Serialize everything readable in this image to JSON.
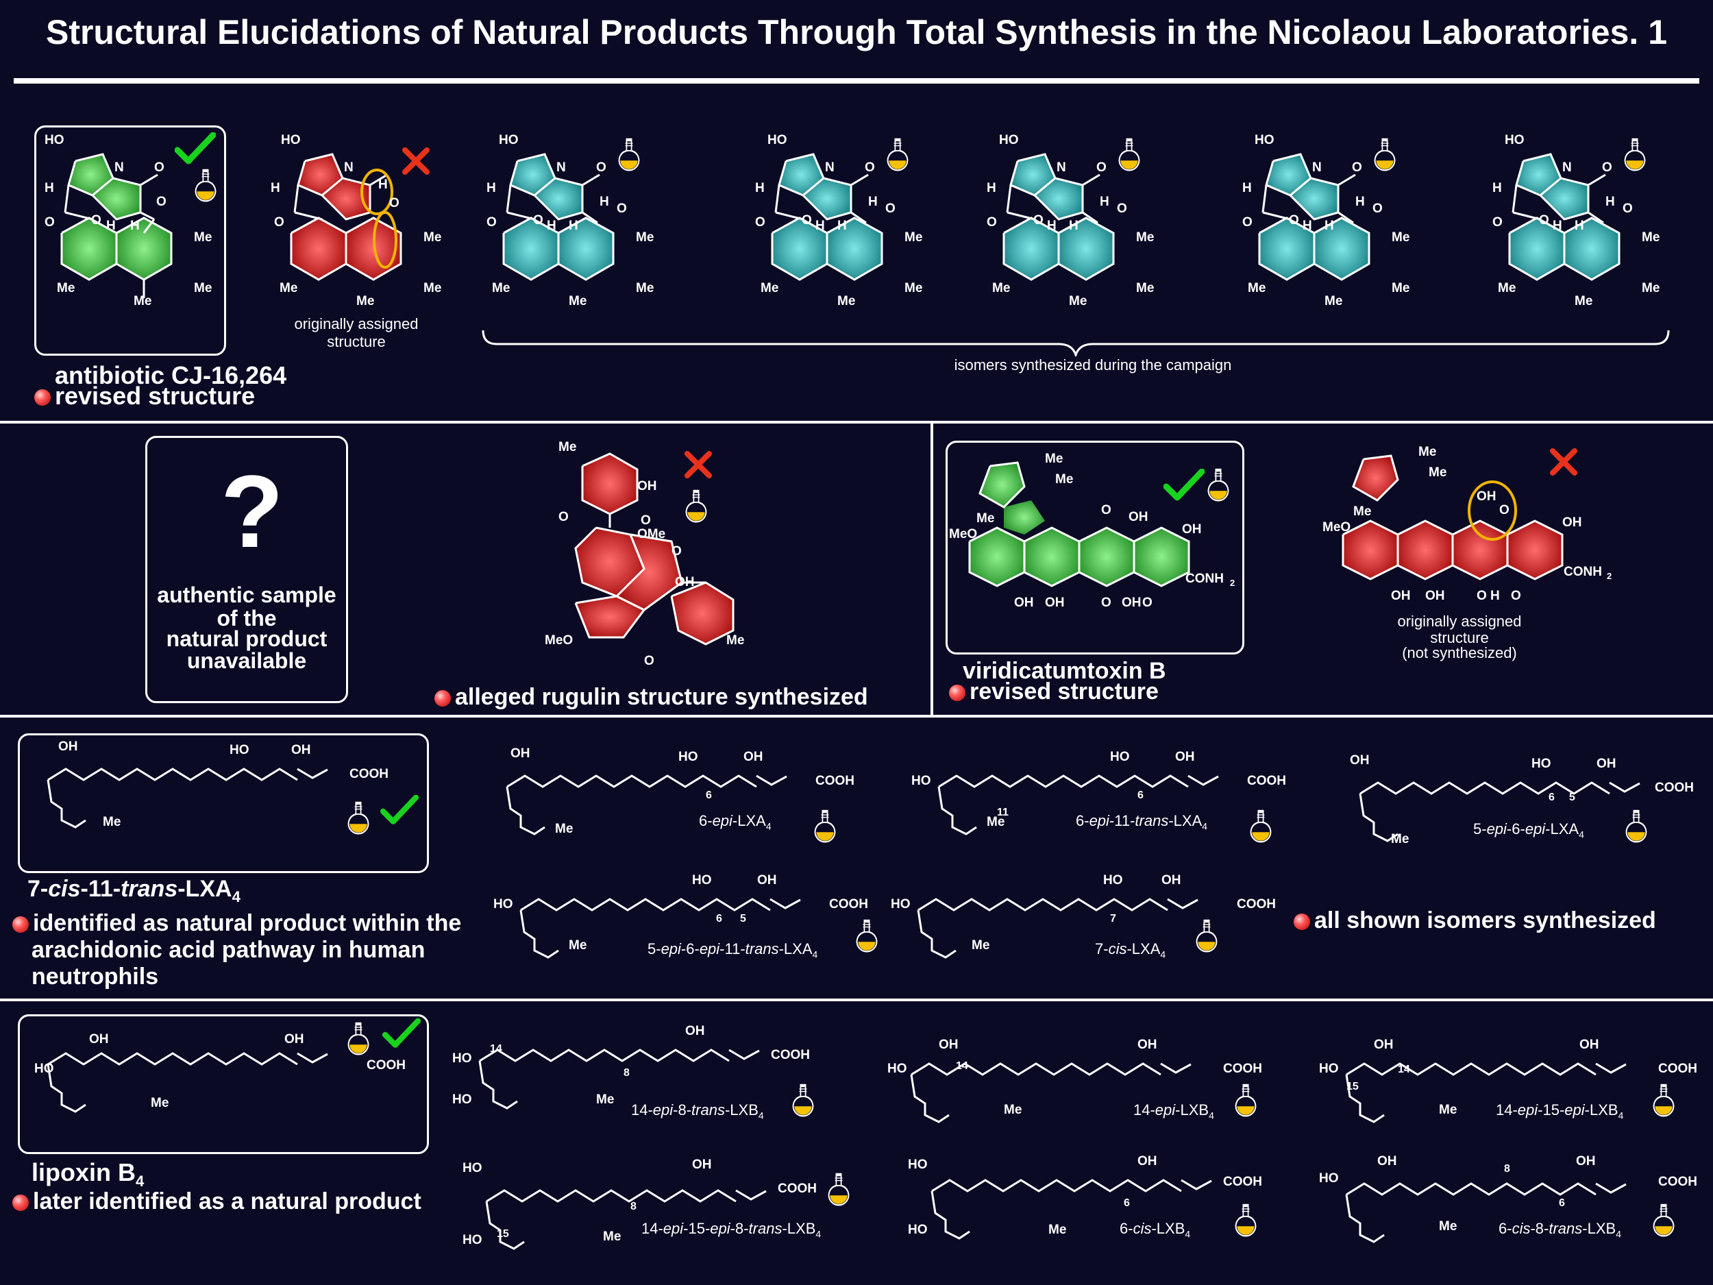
{
  "title": "Structural Elucidations of Natural Products Through Total Synthesis in the Nicolaou Laboratories. 1",
  "row1": {
    "cj_name": "antibiotic CJ-16,264",
    "cj_bullet": "revised structure",
    "original_caption_1": "originally assigned",
    "original_caption_2": "structure",
    "isomers_caption": "isomers synthesized during the campaign",
    "labels": {
      "ho": "HO",
      "h": "H",
      "o": "O",
      "n": "N",
      "me": "Me"
    }
  },
  "row2": {
    "question": "?",
    "unavailable_1": "authentic sample",
    "unavailable_2": "of the",
    "unavailable_3": "natural product",
    "unavailable_4": "unavailable",
    "rugulin_bullet": "alleged rugulin structure synthesized",
    "viri_name": "viridicatumtoxin B",
    "viri_bullet": "revised structure",
    "viri_orig_1": "originally assigned",
    "viri_orig_2": "structure",
    "viri_orig_3": "(not synthesized)",
    "labels": {
      "me": "Me",
      "oh": "OH",
      "ome": "OMe",
      "meo": "MeO",
      "o": "O",
      "conh2": "CONH",
      "sub2": "2",
      "h": "H"
    }
  },
  "row3": {
    "lxa_cis": "cis",
    "lxa_trans": "trans",
    "lxa_prefix": "7-",
    "lxa_mid": "-11-",
    "lxa_suffix": "-LXA",
    "sub4": "4",
    "bullet_1": "identified as natural product within the",
    "bullet_2": "arachidonic acid pathway in human",
    "bullet_3": "neutrophils",
    "all_isomers": "all shown isomers synthesized",
    "isomers": [
      {
        "pre": "6-",
        "it": "epi",
        "post": "-LXA"
      },
      {
        "pre": "6-",
        "it": "epi",
        "post": "-11-",
        "it2": "trans",
        "post2": "-LXA"
      },
      {
        "pre": "5-",
        "it": "epi",
        "post": "-6-",
        "it2": "epi",
        "post2": "-LXA"
      },
      {
        "pre": "5-",
        "it": "epi",
        "post": "-6-",
        "it2": "epi",
        "post2": "-11-",
        "it3": "trans",
        "post3": "-LXA"
      },
      {
        "pre": "7-",
        "it": "cis",
        "post": "-LXA"
      }
    ],
    "labels": {
      "oh": "OH",
      "ho": "HO",
      "cooh": "COOH",
      "me": "Me",
      "n6": "6",
      "n5": "5",
      "n11": "11",
      "n7": "7"
    }
  },
  "row4": {
    "lxb_name": "lipoxin B",
    "sub4": "4",
    "bullet": "later identified as a natural product",
    "isomers": [
      {
        "pre": "14-",
        "it": "epi",
        "post": "-8-",
        "it2": "trans",
        "post2": "-LXB"
      },
      {
        "pre": "14-",
        "it": "epi",
        "post": "-LXB"
      },
      {
        "pre": "14-",
        "it": "epi",
        "post": "-15-",
        "it2": "epi",
        "post2": "-LXB"
      },
      {
        "pre": "14-",
        "it": "epi",
        "post": "-15-",
        "it2": "epi",
        "post2": "-8-",
        "it3": "trans",
        "post3": "-LXB"
      },
      {
        "pre": "6-",
        "it": "cis",
        "post": "-LXB"
      },
      {
        "pre": "6-",
        "it": "cis",
        "post": "-8-",
        "it2": "trans",
        "post2": "-LXB"
      }
    ],
    "labels": {
      "oh": "OH",
      "ho": "HO",
      "cooh": "COOH",
      "me": "Me",
      "n14": "14",
      "n15": "15",
      "n8": "8",
      "n6": "6"
    }
  },
  "colors": {
    "background": "#0b0a24",
    "green_ring": "#2fa830",
    "red_ring": "#d01818",
    "teal_ring": "#1b9e9e",
    "check": "#19d21e",
    "cross": "#e8321c",
    "flask_yellow": "#f5c000",
    "highlight_ring": "#f0b400"
  }
}
